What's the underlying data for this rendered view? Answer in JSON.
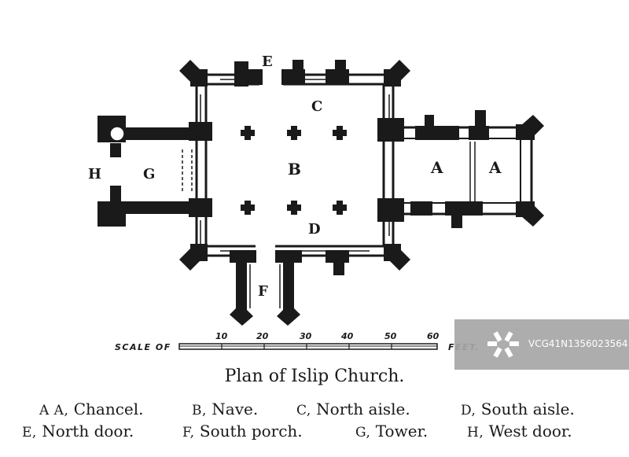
{
  "diagram": {
    "labels": {
      "E": "E",
      "C": "C",
      "B": "B",
      "D": "D",
      "F": "F",
      "G": "G",
      "H": "H",
      "A1": "A",
      "A2": "A"
    },
    "scale": {
      "prefix": "Scale of",
      "suffix": "Feet.",
      "ticks": [
        "10",
        "20",
        "30",
        "40",
        "50",
        "60"
      ]
    }
  },
  "caption": {
    "title": "Plan of Islip Church.",
    "legend": [
      {
        "key": "A A,",
        "desc": "Chancel."
      },
      {
        "key": "B,",
        "desc": "Nave."
      },
      {
        "key": "C,",
        "desc": "North aisle."
      },
      {
        "key": "D,",
        "desc": "South aisle."
      },
      {
        "key": "E,",
        "desc": "North door."
      },
      {
        "key": "F,",
        "desc": "South porch."
      },
      {
        "key": "G,",
        "desc": "Tower."
      },
      {
        "key": "H,",
        "desc": "West door."
      }
    ]
  },
  "watermark": {
    "text": "VCG41N1356023564",
    "icon": "vcg-logo-icon"
  },
  "colors": {
    "ink": "#1a1a1a",
    "paper": "#ffffff",
    "watermark_bg": "#a7a7a7"
  }
}
